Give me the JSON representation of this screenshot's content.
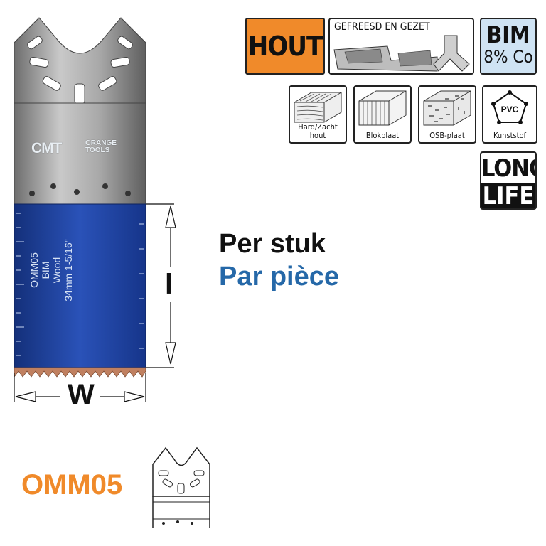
{
  "badges": {
    "material": "HOUT",
    "operation": "GEFREESD EN GEZET",
    "blade_material": {
      "title": "BIM",
      "subtitle": "8% Co"
    },
    "long_life": {
      "top": "LONG",
      "bottom": "LIFE"
    }
  },
  "materials": [
    {
      "label_line1": "Hard/Zacht",
      "label_line2": "hout"
    },
    {
      "label_line1": "Blokplaat",
      "label_line2": ""
    },
    {
      "label_line1": "OSB-plaat",
      "label_line2": ""
    },
    {
      "label_line1": "Kunststof",
      "label_line2": "",
      "icon_text": "PVC"
    }
  ],
  "price": {
    "nl": "Per stuk",
    "fr": "Par pièce"
  },
  "product": {
    "code": "OMM05"
  },
  "dimensions": {
    "width_label": "W",
    "length_label": "l"
  },
  "blade": {
    "logo": "CMT",
    "logo_sub_1": "ORANGE",
    "logo_sub_2": "TOOLS",
    "line1": "OMM05",
    "line2": "BIM",
    "line3": "Wood",
    "line4": "34mm 1-5/16\""
  },
  "colors": {
    "accent_orange": "#f08a2a",
    "price_blue": "#2568a8",
    "blade_blue": "#1f3f9a",
    "bim_blue": "#cfe3f3"
  }
}
